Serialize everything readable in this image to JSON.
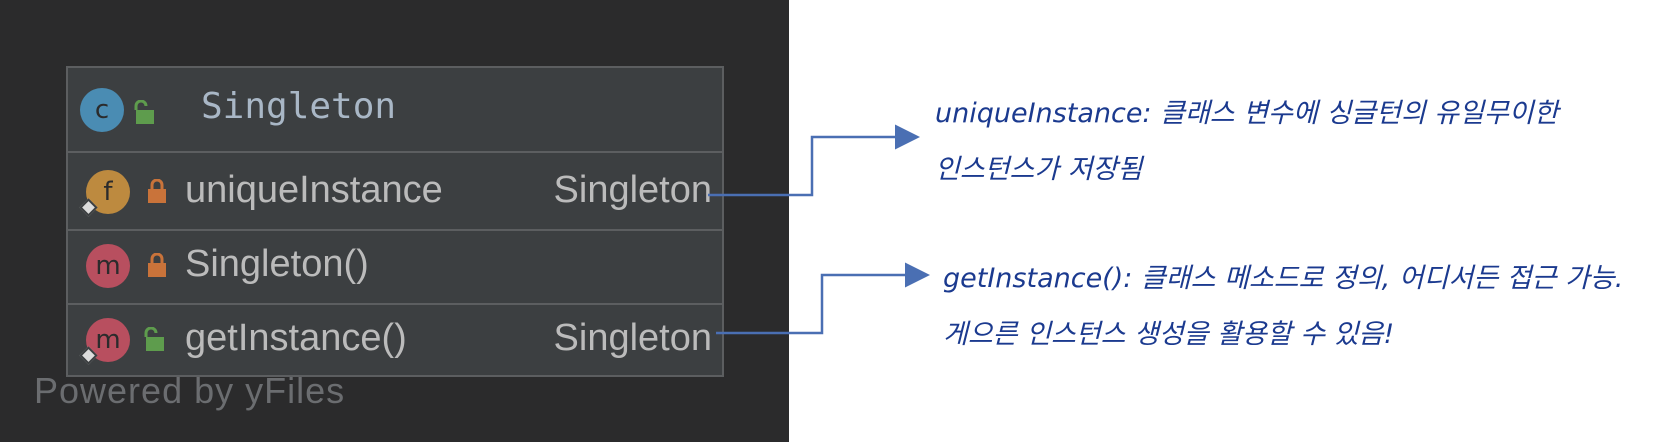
{
  "uml_class": {
    "kind_badge": "c",
    "class_visibility_icon": "unlocked-icon",
    "name": "Singleton",
    "field": {
      "kind_badge": "f",
      "visibility_icon": "locked-icon",
      "name": "uniqueInstance",
      "type": "Singleton"
    },
    "constructor": {
      "kind_badge": "m",
      "visibility_icon": "locked-icon",
      "name": "Singleton()"
    },
    "method": {
      "kind_badge": "m",
      "visibility_icon": "unlocked-icon",
      "name": "getInstance()",
      "type": "Singleton"
    }
  },
  "watermark": "Powered by yFiles",
  "annotations": [
    {
      "line1": "uniqueInstance: 클래스 변수에 싱글턴의 유일무이한",
      "line2": "인스턴스가 저장됨"
    },
    {
      "line1": "getInstance(): 클래스 메소드로 정의, 어디서든 접근 가능.",
      "line2": "게으른 인스턴스 생성을 활용할 수 있음!"
    }
  ],
  "colors": {
    "panel_bg": "#2b2b2c",
    "box_bg": "#3c3f41",
    "class_badge": "#4a8cb3",
    "field_badge": "#bd8a3f",
    "method_badge": "#b84f5f",
    "lock_private": "#c9733a",
    "lock_public": "#5e9c4d",
    "connector": "#4a6fb3",
    "note_text": "#1b3a8f"
  }
}
